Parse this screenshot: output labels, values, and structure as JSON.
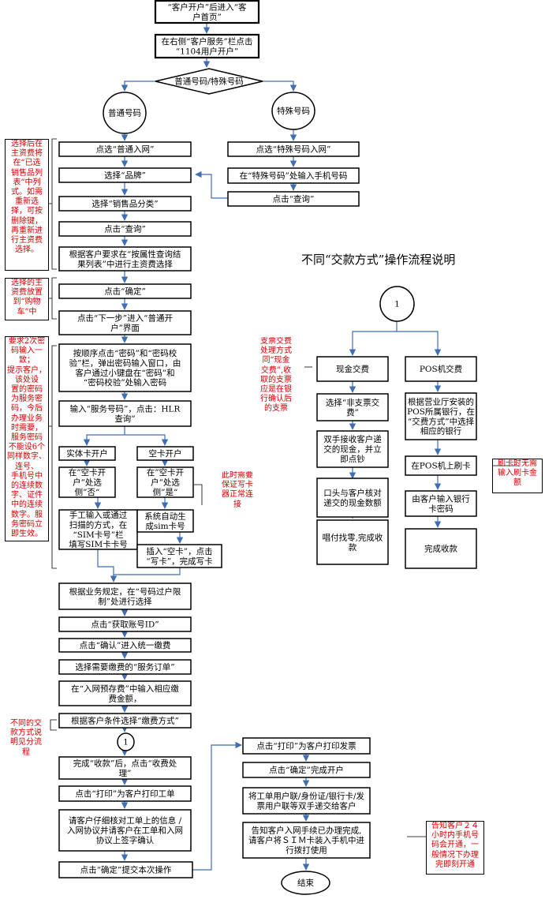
{
  "colors": {
    "box_border": "#000000",
    "connector": "#3f6eb5",
    "note_text": "#d40000"
  },
  "side_title": "不同“交款方式”操作流程说明",
  "nodes": [
    {
      "id": "n1",
      "lines": [
        "“客户开户”后进入“客",
        "户首页”"
      ],
      "shape": "rect",
      "header": true
    },
    {
      "id": "n2",
      "lines": [
        "在右侧“客户服务”栏点击",
        "“1104用户开户”"
      ],
      "shape": "rect",
      "header": true
    },
    {
      "id": "d1",
      "lines": [
        "普通号码/特殊号码"
      ],
      "shape": "diamond"
    },
    {
      "id": "c_normal",
      "lines": [
        "普通号码"
      ],
      "shape": "ellipse"
    },
    {
      "id": "c_special",
      "lines": [
        "特殊号码"
      ],
      "shape": "ellipse"
    },
    {
      "id": "p1",
      "lines": [
        "点选“普通入网”"
      ],
      "shape": "rect"
    },
    {
      "id": "p2",
      "lines": [
        "选择“品牌”"
      ],
      "shape": "rect"
    },
    {
      "id": "p3",
      "lines": [
        "选择“销售品分类”"
      ],
      "shape": "rect"
    },
    {
      "id": "p4",
      "lines": [
        "点击“查询”"
      ],
      "shape": "rect"
    },
    {
      "id": "p5",
      "lines": [
        "根据客户要求在“按属性查询结",
        "果列表”中进行主资费选择"
      ],
      "shape": "rect"
    },
    {
      "id": "p6",
      "lines": [
        "点击“确定”"
      ],
      "shape": "rect"
    },
    {
      "id": "p7",
      "lines": [
        "点击“下一步”进入“普通开",
        "户”界面"
      ],
      "shape": "rect"
    },
    {
      "id": "p8",
      "lines": [
        "按顺序点击“密码”和“密码校",
        "验”栏，弹出密码输入窗口，由",
        "客户通过小键盘在“密码”和",
        "“密码校验”处输入密码"
      ],
      "shape": "rect"
    },
    {
      "id": "p9",
      "lines": [
        "输入“服务号码”，点击：HLR",
        "查询”"
      ],
      "shape": "rect"
    },
    {
      "id": "s1",
      "lines": [
        "点选“特殊号码入网”"
      ],
      "shape": "rect"
    },
    {
      "id": "s2",
      "lines": [
        "在“特殊号码”处输入手机号码"
      ],
      "shape": "rect"
    },
    {
      "id": "s3",
      "lines": [
        "点击“查询”"
      ],
      "shape": "rect"
    },
    {
      "id": "k1",
      "lines": [
        "实体卡开户"
      ],
      "shape": "rect"
    },
    {
      "id": "k2",
      "lines": [
        "空卡开户"
      ],
      "shape": "rect"
    },
    {
      "id": "k3",
      "lines": [
        "在”空卡开",
        "户“处选",
        "侧”否“"
      ],
      "shape": "rect"
    },
    {
      "id": "k4",
      "lines": [
        "在”空卡开",
        "户“处选",
        "侧”是“"
      ],
      "shape": "rect"
    },
    {
      "id": "k5",
      "lines": [
        "手工输入或通过",
        "扫描的方式，在",
        "“SIM卡号”栏",
        "填写SIM卡卡号"
      ],
      "shape": "rect"
    },
    {
      "id": "k6",
      "lines": [
        "系统自动生",
        "成sim卡号"
      ],
      "shape": "rect"
    },
    {
      "id": "k7",
      "lines": [
        "插入“空卡”，点击",
        "“写卡”，完成写卡"
      ],
      "shape": "rect"
    },
    {
      "id": "q1",
      "lines": [
        "根据业务规定，在“号码过户限",
        "制”处进行选择"
      ],
      "shape": "rect"
    },
    {
      "id": "q2",
      "lines": [
        "点击“获取账号ID”"
      ],
      "shape": "rect"
    },
    {
      "id": "q3",
      "lines": [
        "点击“确认”进入统一缴费"
      ],
      "shape": "rect"
    },
    {
      "id": "q4",
      "lines": [
        "选择需要缴费的“服务订单”"
      ],
      "shape": "rect"
    },
    {
      "id": "q5",
      "lines": [
        "在“入网预存费”中输入相应缴",
        "费金额，"
      ],
      "shape": "rect"
    },
    {
      "id": "q6",
      "lines": [
        "根据客户条件选择“缴费方式”"
      ],
      "shape": "rect"
    },
    {
      "id": "conn1",
      "lines": [
        "1"
      ],
      "shape": "ellipse"
    },
    {
      "id": "q7",
      "lines": [
        "完成“收款”后，点击“收费处",
        "理”"
      ],
      "shape": "rect"
    },
    {
      "id": "q8",
      "lines": [
        "点击“打印”为客户打印工单"
      ],
      "shape": "rect"
    },
    {
      "id": "q9",
      "lines": [
        "请客户仔细核对工单上的信息 /",
        "入网协议并请客户在工单和入网",
        "协议上签字确认"
      ],
      "shape": "rect"
    },
    {
      "id": "q10",
      "lines": [
        "点击“确定”提交本次操作"
      ],
      "shape": "rect"
    },
    {
      "id": "r1",
      "lines": [
        "点击“打印”为客户打印发票"
      ],
      "shape": "rect"
    },
    {
      "id": "r2",
      "lines": [
        "点击“确定”完成开户"
      ],
      "shape": "rect"
    },
    {
      "id": "r3",
      "lines": [
        "将工单用户联/身份证/银行卡/发",
        "票用户联等双手递交给客户"
      ],
      "shape": "rect"
    },
    {
      "id": "r4",
      "lines": [
        "告知客户入网手续已办理完成,",
        "请客户将ＳＩＭ卡装入手机中进",
        "行拨打使用"
      ],
      "shape": "rect"
    },
    {
      "id": "end",
      "lines": [
        "结束"
      ],
      "shape": "ellipse"
    },
    {
      "id": "conn2",
      "lines": [
        "1"
      ],
      "shape": "ellipse"
    },
    {
      "id": "m1",
      "lines": [
        "现金交费"
      ],
      "shape": "rect"
    },
    {
      "id": "m2",
      "lines": [
        "POS机交费"
      ],
      "shape": "rect"
    },
    {
      "id": "m3",
      "lines": [
        "选择“非支票交",
        "费”"
      ],
      "shape": "rect"
    },
    {
      "id": "m4",
      "lines": [
        "双手接收客户递",
        "交的现金，并立",
        "即点钞"
      ],
      "shape": "rect"
    },
    {
      "id": "m5",
      "lines": [
        "口头与客户核对",
        "递交的现金数额"
      ],
      "shape": "rect"
    },
    {
      "id": "m6",
      "lines": [
        "唱付找零,完成收",
        "款"
      ],
      "shape": "rect"
    },
    {
      "id": "m7",
      "lines": [
        "根据营业厅安装的",
        "POS所属银行，在",
        "“交费方式”中选择",
        "相应的银行"
      ],
      "shape": "rect"
    },
    {
      "id": "m8",
      "lines": [
        "在POS机上刷卡"
      ],
      "shape": "rect"
    },
    {
      "id": "m9",
      "lines": [
        "由客户输入银行",
        "卡密码"
      ],
      "shape": "rect"
    },
    {
      "id": "m10",
      "lines": [
        "完成收款"
      ],
      "shape": "rect"
    }
  ],
  "notes": [
    {
      "id": "note_brand",
      "text": "选择后在\n主资费将\n在“已选\n销售品列\n表”中列\n式。如需\n重新选\n择，可按\n删除键，\n再重新进\n行主资费\n选择。",
      "boxed": true
    },
    {
      "id": "note_cart",
      "text": "选择的主\n资费放置\n到“购物\n车”中",
      "boxed": true
    },
    {
      "id": "note_password",
      "text": "要求2次密\n码输入一\n致；\n提示客户，\n该处设\n置的密码\n为服务密\n码，今后\n办理业务\n时需要，\n服务密码\n不能设6个\n同样数字、\n连号、\n手机号中\n的连续数\n字、证件\n中的连续\n数字。服\n务密码立\n即生效。",
      "boxed": true
    },
    {
      "id": "note_writer",
      "text": "此时需要\n保证写卡\n器正常连\n接",
      "boxed": false
    },
    {
      "id": "note_payment",
      "text": "不同的交\n款方式说\n明见分流\n程",
      "boxed": false
    },
    {
      "id": "note_cheque",
      "text": "支票交费\n处理方式\n同“现金\n交费”,收\n取的支票\n应是在银\n行确认后\n的支票",
      "boxed": false
    },
    {
      "id": "note_pos",
      "text": "刷卡时无需\n输入刷卡金\n额",
      "boxed": true
    },
    {
      "id": "note_24h",
      "text": "告知客户２４\n小时内手机号\n码会开通，一\n般情况下办理\n完即刻开通",
      "boxed": true
    }
  ]
}
